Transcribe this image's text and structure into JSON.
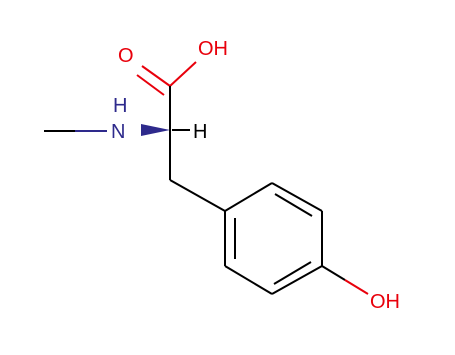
{
  "molecule": {
    "atom_labels": {
      "carbonyl_oxygen": "O",
      "hydroxyl_acid": "OH",
      "amine_h": "H",
      "amine_n": "N",
      "alpha_h": "H",
      "phenol_oh": "OH"
    },
    "colors": {
      "bond": "#000000",
      "oxygen": "#e8000b",
      "nitrogen": "#2e2a8c"
    }
  }
}
